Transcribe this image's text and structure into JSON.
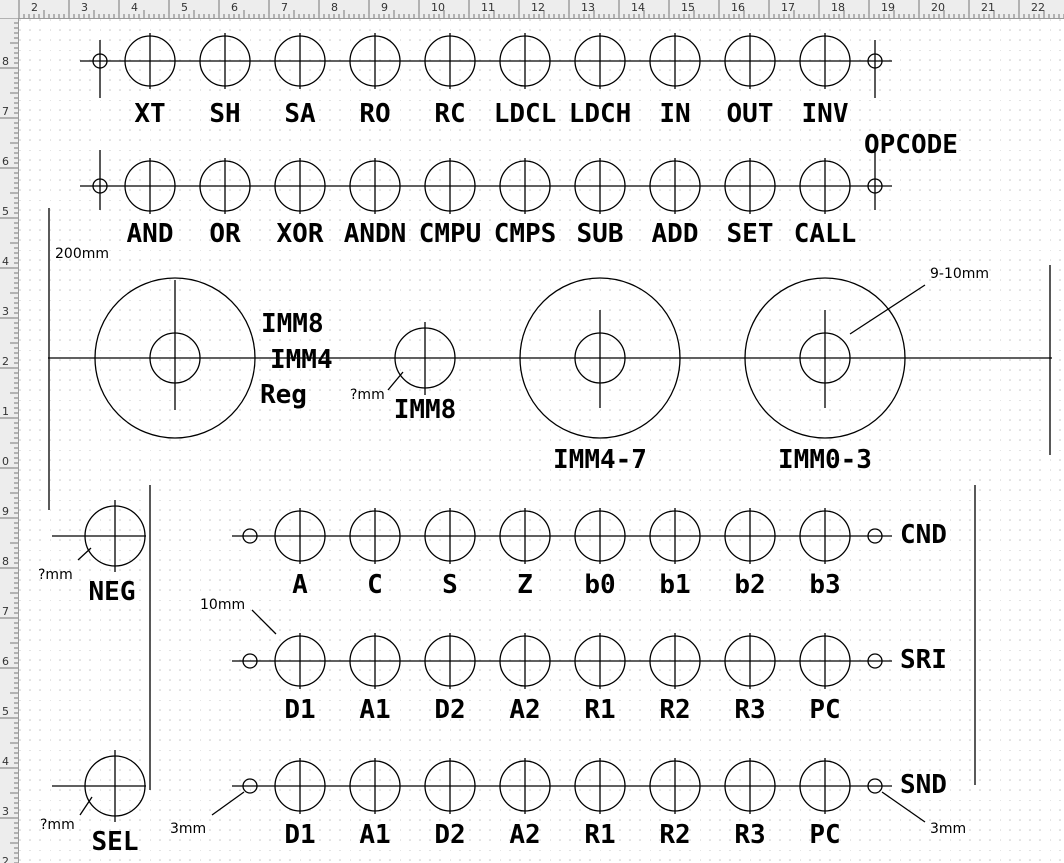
{
  "ruler": {
    "top_numbers": [
      "2",
      "3",
      "4",
      "5",
      "6",
      "7",
      "8",
      "9",
      "10",
      "11",
      "12",
      "13",
      "14",
      "15",
      "16",
      "17",
      "18",
      "19",
      "20",
      "21",
      "22"
    ],
    "left_numbers": [
      "8",
      "7",
      "6",
      "5",
      "4",
      "3",
      "2",
      "1",
      "0",
      "9",
      "8",
      "7",
      "6",
      "5",
      "4",
      "3",
      "2"
    ]
  },
  "opcode_label": "OPCODE",
  "opcode_row1": [
    "XT",
    "SH",
    "SA",
    "RO",
    "RC",
    "LDCL",
    "LDCH",
    "IN",
    "OUT",
    "INV"
  ],
  "opcode_row2": [
    "AND",
    "OR",
    "XOR",
    "ANDN",
    "CMPU",
    "CMPS",
    "SUB",
    "ADD",
    "SET",
    "CALL"
  ],
  "big_wheel": {
    "labels": [
      "IMM8",
      "IMM4",
      "Reg"
    ]
  },
  "small_wheel": {
    "label": "IMM8",
    "dim": "?mm"
  },
  "wheel_imm47": {
    "label": "IMM4-7"
  },
  "wheel_imm03": {
    "label": "IMM0-3",
    "dim": "9-10mm"
  },
  "dim_200": "200mm",
  "neg": {
    "label": "NEG",
    "dim": "?mm"
  },
  "sel": {
    "label": "SEL",
    "dim": "?mm"
  },
  "cnd": {
    "label": "CND",
    "items": [
      "A",
      "C",
      "S",
      "Z",
      "b0",
      "b1",
      "b2",
      "b3"
    ]
  },
  "sri": {
    "label": "SRI",
    "items": [
      "D1",
      "A1",
      "D2",
      "A2",
      "R1",
      "R2",
      "R3",
      "PC"
    ],
    "dim": "10mm"
  },
  "snd": {
    "label": "SND",
    "items": [
      "D1",
      "A1",
      "D2",
      "A2",
      "R1",
      "R2",
      "R3",
      "PC"
    ],
    "dim_left": "3mm",
    "dim_right": "3mm"
  }
}
